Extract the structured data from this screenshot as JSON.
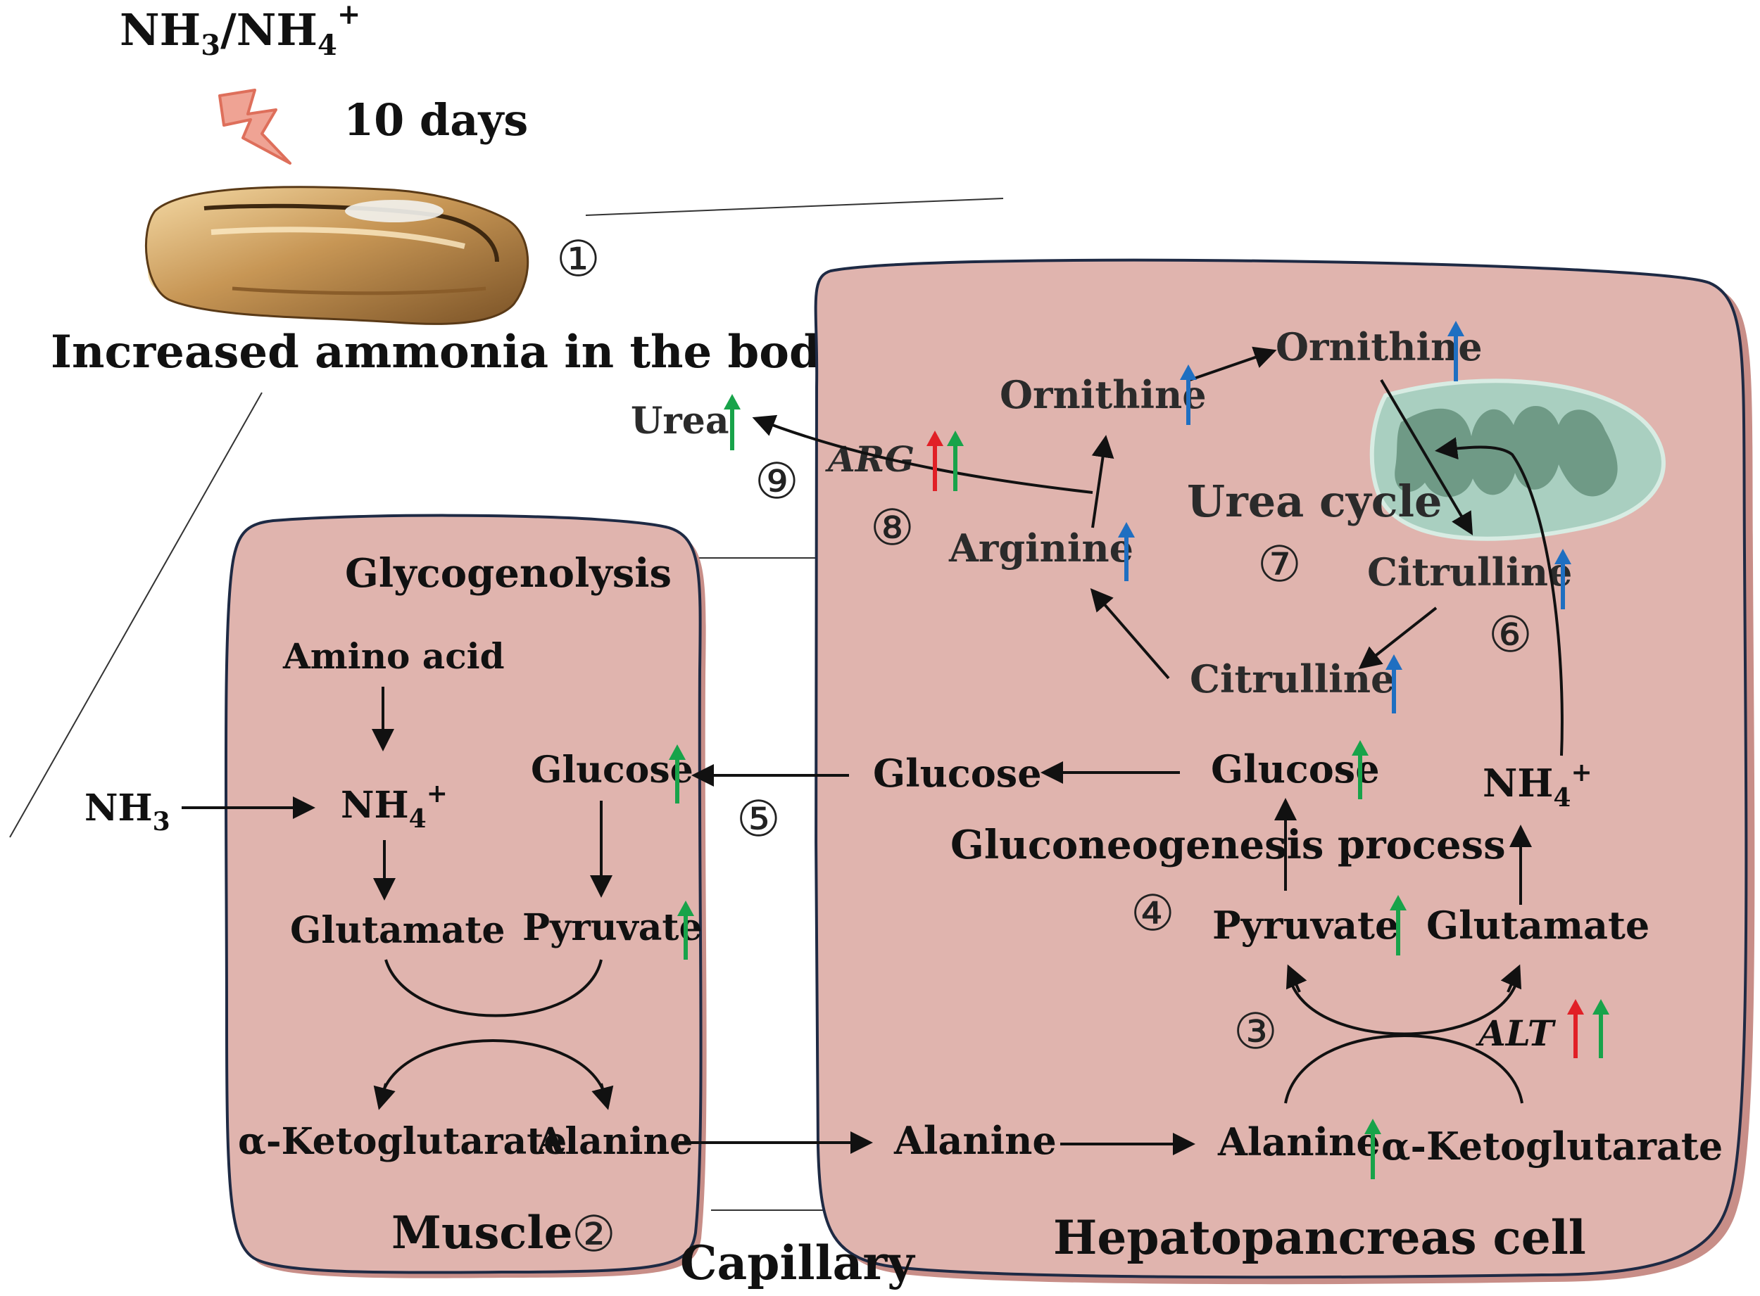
{
  "header": {
    "stressor_main": "NH",
    "stressor_sub1": "3",
    "stressor_mid": "/NH",
    "stressor_sub2": "4",
    "stressor_sup": "+",
    "duration": "10 days",
    "result": "Increased ammonia in the body"
  },
  "colors": {
    "cell_fill": "#e0b4ae",
    "cell_shadow": "#c88e88",
    "up_red": "#e11f26",
    "up_green": "#18a34a",
    "up_blue": "#1f6fc1",
    "mito_outer": "#a9cfc0",
    "mito_inner": "#6f9a86",
    "bolt": "#e7836f"
  },
  "steps": {
    "s1": "①",
    "s2": "②",
    "s3": "③",
    "s4": "④",
    "s5": "⑤",
    "s6": "⑥",
    "s7": "⑦",
    "s8": "⑧",
    "s9": "⑨"
  },
  "muscle": {
    "title": "Glycogenolysis",
    "amino_acid": "Amino acid",
    "nh4_main": "NH",
    "nh4_sub": "4",
    "nh4_sup": "+",
    "glutamate": "Glutamate",
    "alpha_kg": "α-Ketoglutarate",
    "glucose": "Glucose",
    "pyruvate": "Pyruvate",
    "alanine": "Alanine",
    "label": "Muscle"
  },
  "external": {
    "nh3_main": "NH",
    "nh3_sub": "3",
    "urea": "Urea",
    "capillary": "Capillary"
  },
  "liver": {
    "ornithine_left": "Ornithine",
    "ornithine_right": "Ornithine",
    "arg_enzyme": "ARG",
    "arginine": "Arginine",
    "urea_cycle": "Urea cycle",
    "citrulline_right": "Citrulline",
    "citrulline_left": "Citrulline",
    "glucose_left": "Glucose",
    "glucose_right": "Glucose",
    "nh4_main": "NH",
    "nh4_sub": "4",
    "nh4_sup": "+",
    "gluconeogenesis": "Gluconeogenesis process",
    "pyruvate": "Pyruvate",
    "glutamate": "Glutamate",
    "alt_enzyme": "ALT",
    "alanine_left": "Alanine",
    "alanine_right": "Alanine",
    "alpha_kg": "α-Ketoglutarate",
    "label": "Hepatopancreas cell"
  }
}
